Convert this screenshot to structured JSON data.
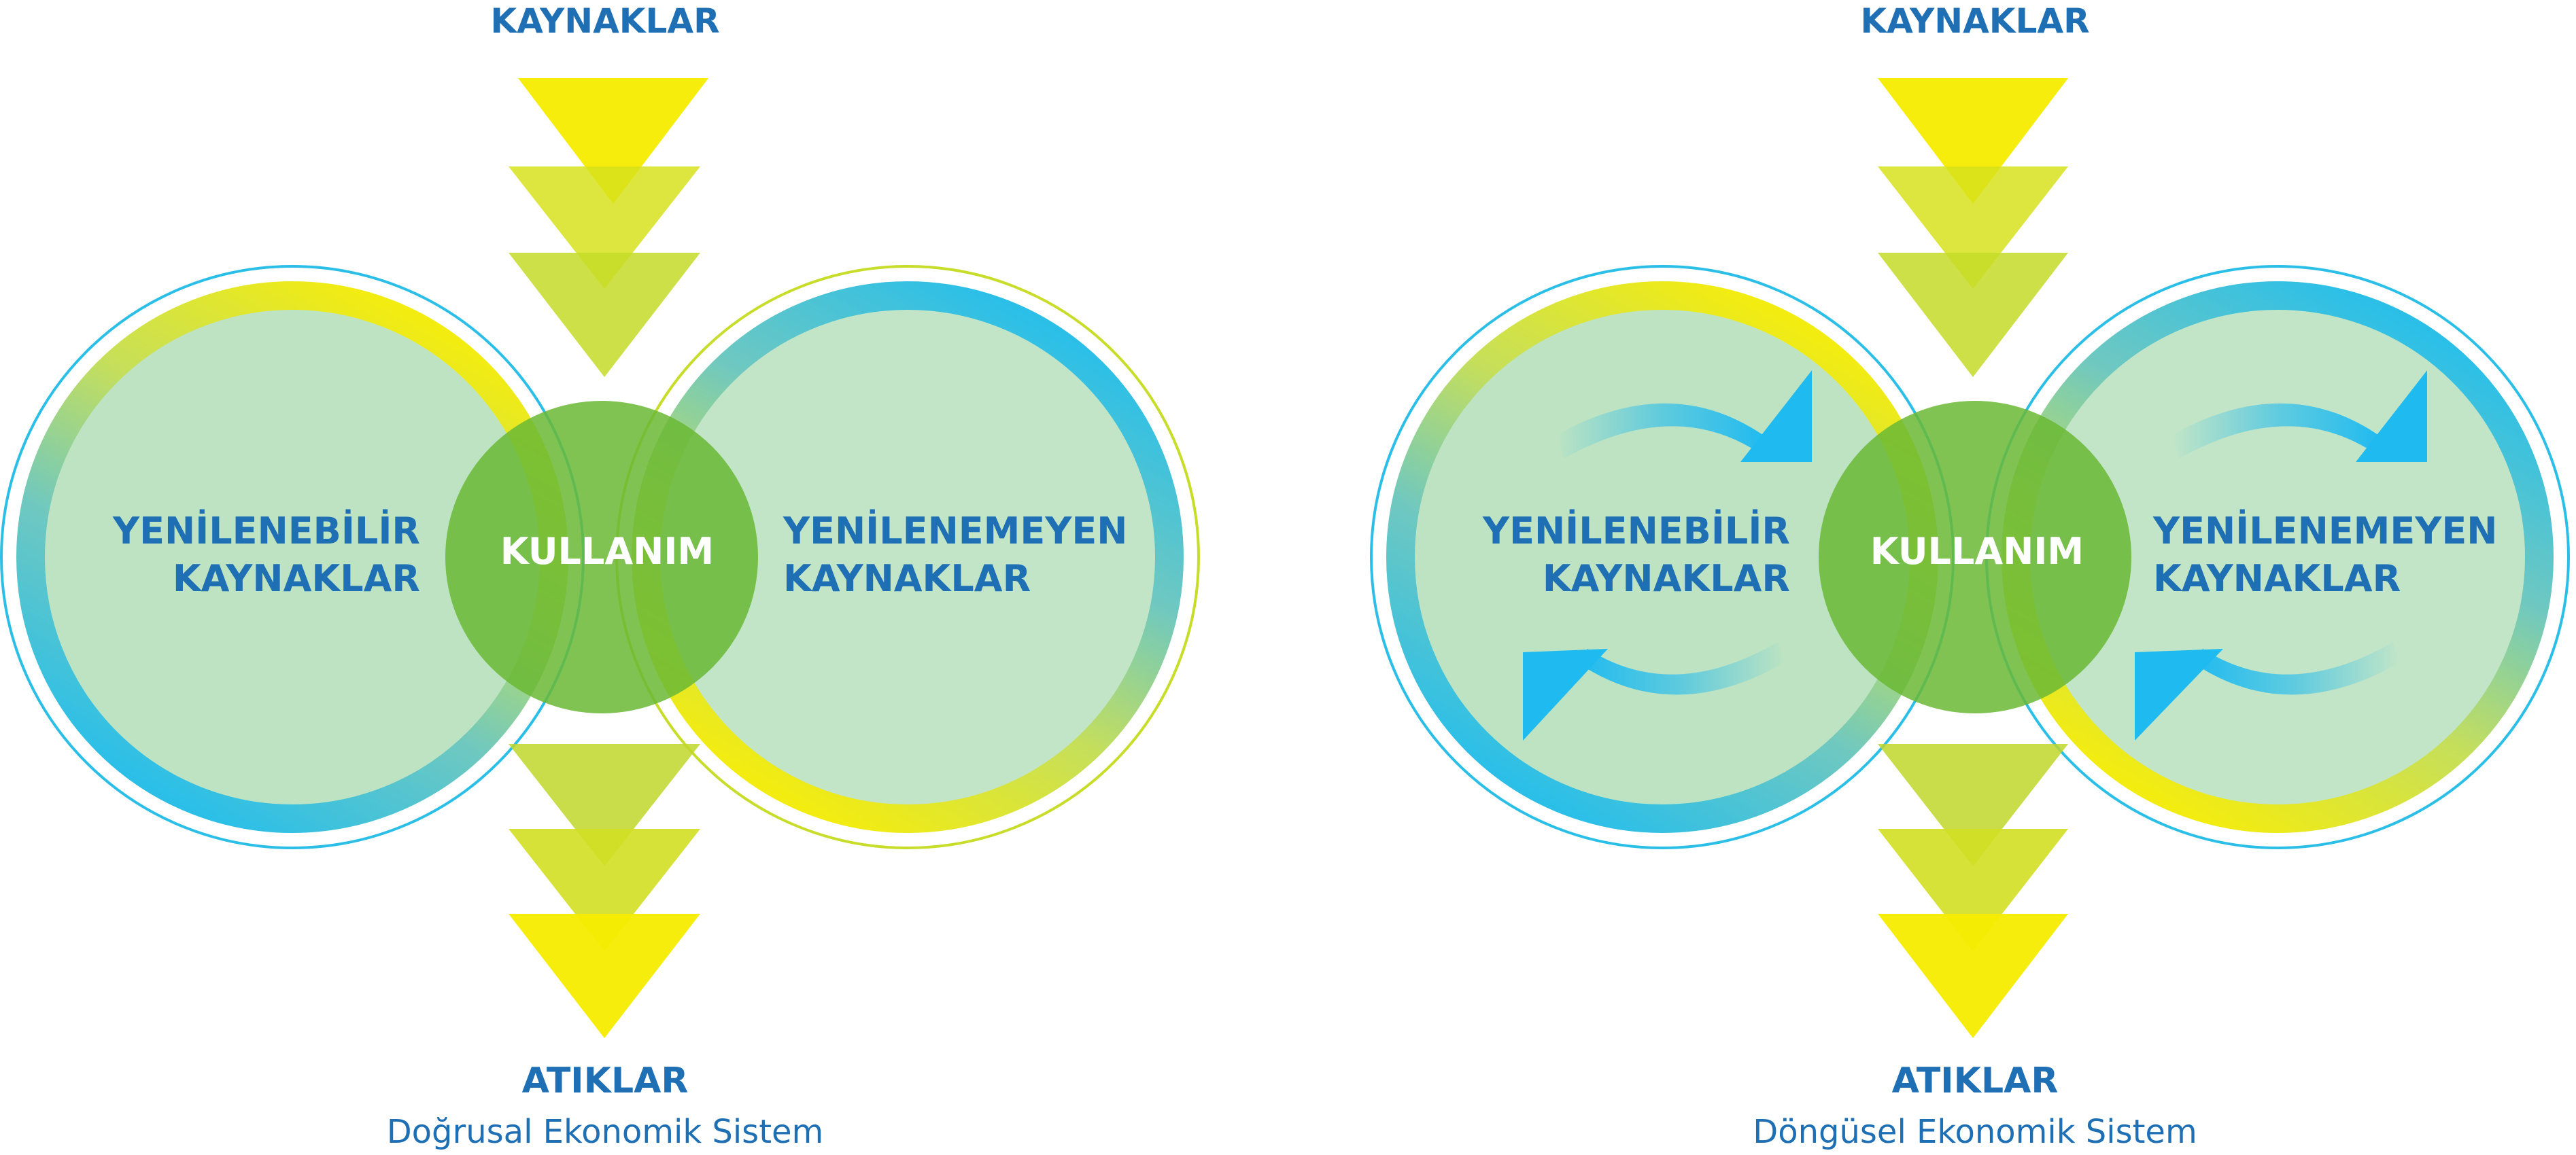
{
  "diagrams": [
    {
      "top_label": "KAYNAKLAR",
      "left_circle": [
        "YENİLENEBİLİR",
        "KAYNAKLAR"
      ],
      "center_label": "KULLANIM",
      "right_circle": [
        "YENİLENEMEYEN",
        "KAYNAKLAR"
      ],
      "bottom_label": "ATIKLAR",
      "caption": "Doğrusal Ekonomik Sistem",
      "has_cycle_arrows": false
    },
    {
      "top_label": "KAYNAKLAR",
      "left_circle": [
        "YENİLENEBİLİR",
        "KAYNAKLAR"
      ],
      "center_label": "KULLANIM",
      "right_circle": [
        "YENİLENEMEYEN",
        "KAYNAKLAR"
      ],
      "bottom_label": "ATIKLAR",
      "caption": "Döngüsel Ekonomik Sistem",
      "has_cycle_arrows": true
    }
  ],
  "colors": {
    "text_blue": "#1f6fb5",
    "yellow": "#f5ec00",
    "yellow_green": "#c5dc24",
    "light_green_fill": "#bde3c2",
    "center_green": "#6ab935",
    "cyan": "#1fbaf0"
  }
}
